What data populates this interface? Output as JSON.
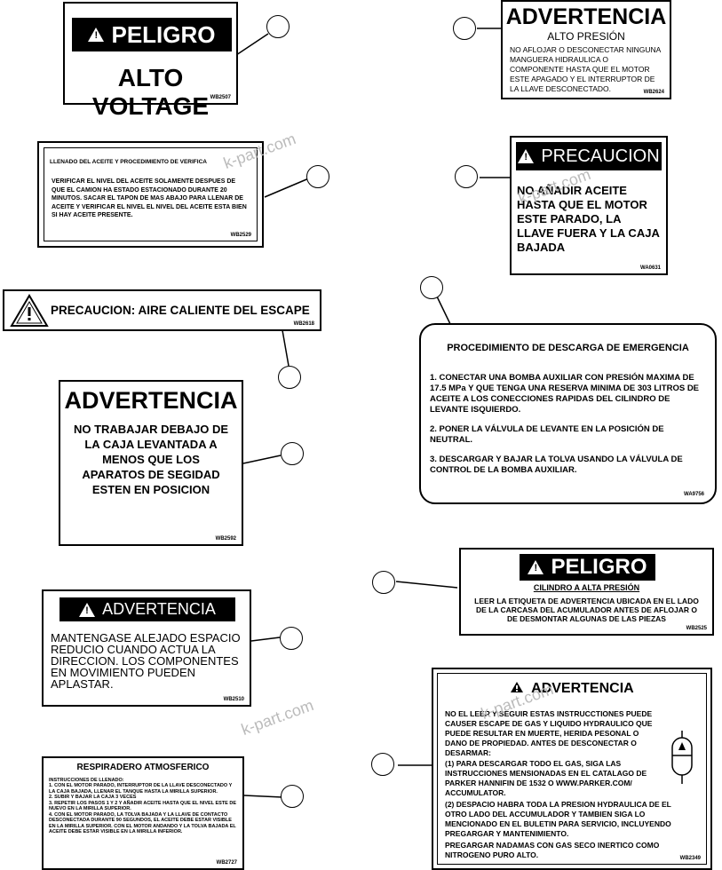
{
  "peligro_voltage": {
    "header": "PELIGRO",
    "body": "ALTO VOLTAGE",
    "code": "WB2507"
  },
  "adv_presion": {
    "title": "ADVERTENCIA",
    "subtitle": "ALTO PRESIÓN",
    "body": "NO AFLOJAR O DESCONECTAR NINGUNA MANGUERA HIDRAULICA O COMPONENTE HASTA QUE EL MOTOR ESTE APAGADO Y EL INTERRUPTOR DE LA LLAVE DESCONECTADO.",
    "code": "WB2624"
  },
  "aceite": {
    "title": "LLENADO DEL ACEITE Y PROCEDIMIENTO DE VERIFICA",
    "body": "VERIFICAR EL NIVEL DEL ACEITE SOLAMENTE DESPUES DE QUE EL CAMION HA ESTADO ESTACIONADO DURANTE 20 MINUTOS. SACAR EL TAPON DE MAS ABAJO PARA LLENAR DE ACEITE Y VERIFICAR EL NIVEL EL NIVEL DEL ACEITE ESTA BIEN SI HAY ACEITE PRESENTE.",
    "code": "WB2529"
  },
  "precaucion_aceite": {
    "header": "PRECAUCION",
    "body": "NO AÑADIR ACEITE HASTA QUE EL MOTOR ESTE PARADO, LA LLAVE FUERA Y LA CAJA BAJADA",
    "code": "WA0631"
  },
  "precaucion_aire": {
    "body": "PRECAUCION: AIRE CALIENTE DEL ESCAPE",
    "code": "WB2618"
  },
  "emergencia": {
    "title": "PROCEDIMIENTO DE DESCARGA DE EMERGENCIA",
    "steps": [
      "1. CONECTAR UNA BOMBA AUXILIAR CON PRESIÓN MAXIMA DE 17.5 MPa Y QUE TENGA UNA RESERVA MINIMA DE 303 LITROS DE ACEITE A LOS CONECCIONES RAPIDAS DEL CILINDRO DE LEVANTE ISQUIERDO.",
      "2. PONER LA VÁLVULA DE LEVANTE EN LA POSICIÓN DE NEUTRAL.",
      "3. DESCARGAR Y BAJAR LA TOLVA USANDO LA VÁLVULA DE CONTROL DE LA BOMBA AUXILIAR."
    ],
    "code": "WA9756"
  },
  "adv_caja": {
    "title": "ADVERTENCIA",
    "body": "NO TRABAJAR DEBAJO DE LA CAJA LEVANTADA A MENOS QUE LOS APARATOS DE SEGIDAD ESTEN EN POSICION",
    "code": "WB2592"
  },
  "peligro_cilindro": {
    "header": "PELIGRO",
    "subtitle": "CILINDRO A ALTA PRESIÓN",
    "body": "LEER LA ETIQUETA DE ADVERTENCIA UBICADA EN EL LADO DE LA CARCASA DEL ACUMULADOR ANTES DE AFLOJAR O DE DESMONTAR ALGUNAS DE LAS PIEZAS",
    "code": "WB2525"
  },
  "adv_direccion": {
    "header": "ADVERTENCIA",
    "body": "MANTENGASE ALEJADO ESPACIO REDUCIO CUANDO ACTUA LA DIRECCION. LOS COMPONENTES EN MOVIMIENTO PUEDEN APLASTAR.",
    "code": "WB2510"
  },
  "respiradero": {
    "title": "RESPIRADERO ATMOSFERICO",
    "intro": "INSTRUCCIONES DE LLENADO:",
    "steps": [
      "1. CON EL MOTOR PARADO, INTERRUPTOR DE LA LLAVE DESCONECTADO Y LA CAJA BAJADA, LLENAR EL TANQUE HASTA LA MIRILLA SUPERIOR.",
      "2. SUBIR Y BAJAR LA CAJA 3 VECES",
      "3. REPETIR LOS PASOS 1 Y 2 Y AÑADIR ACEITE HASTA QUE EL NIVEL ESTE DE NUEVO EN LA MIRILLA SUPERIOR.",
      "4. CON EL MOTOR PARADO, LA TOLVA BAJADA Y LA LLAVE DE CONTACTO DESCONECTADA DURANTE 90 SEGUNDOS, EL ACEITE DEBE ESTAR VISIBLE EN LA MIRILLA SUPERIOR. CON EL MOTOR ANDANDO Y LA TOLVA BAJADA EL ACEITE DEBE ESTAR VISIBLE EN LA MIRILLA INFERIOR."
    ],
    "code": "WB2727"
  },
  "adv_acumulador": {
    "header": "ADVERTENCIA",
    "intro": "NO EL LEER Y SEGUIR ESTAS INSTRUCCTIONES PUEDE CAUSER ESCAPE DE GAS Y LIQUIDO HYDRAULICO QUE PUEDE RESULTAR EN MUERTE, HERIDA PESONAL O DANO DE PROPIEDAD. ANTES DE DESCONECTAR O DESARMAR:",
    "steps": [
      "(1) PARA DESCARGAR TODO EL GAS, SIGA LAS INSTRUCCIONES MENSIONADAS EN EL CATALAGO DE PARKER HANNIFIN DE 1532 O WWW.PARKER.COM/ ACCUMULATOR.",
      "(2) DESPACIO HABRA TODA LA PRESION HYDRAULICA DE EL OTRO LADO DEL ACCUMULADOR Y TAMBIEN SIGA LO MENCIONADO EN EL BULETIN PARA SERVICIO, INCLUYENDO PREGARGAR Y MANTENIMIENTO."
    ],
    "outro": "PREGARGAR NADAMAS CON GAS SECO INERTICO COMO NITROGENO PURO ALTO.",
    "code": "WB2349"
  },
  "watermark": "k-part.com"
}
